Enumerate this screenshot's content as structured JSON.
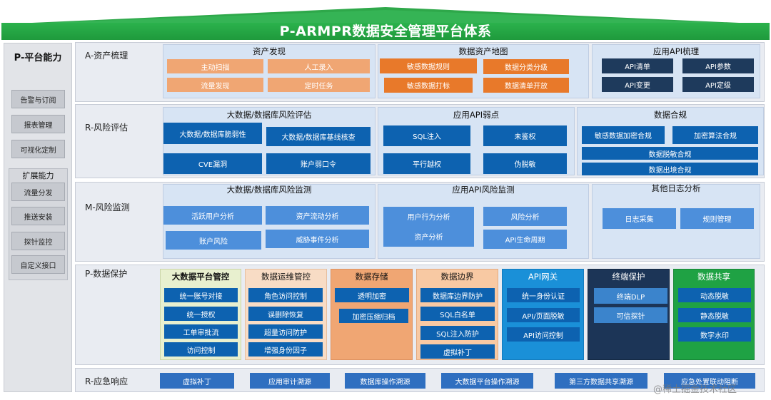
{
  "title": "P-ARMPR数据安全管理平台体系",
  "sidebar": {
    "title": "P-平台能力",
    "items": [
      "告警与订阅",
      "报表管理",
      "可视化定制"
    ],
    "extension": {
      "title": "扩展能力",
      "items": [
        "流量分发",
        "推送安装",
        "探针监控",
        "自定义接口"
      ]
    }
  },
  "layers": {
    "a": {
      "label": "A-资产梳理",
      "discovery": {
        "title": "资产发现",
        "items": [
          "主动扫描",
          "人工录入",
          "流量发现",
          "定时任务"
        ]
      },
      "map": {
        "title": "数据资产地图",
        "items": [
          "敏感数据规则",
          "数据分类分级",
          "敏感数据打标",
          "数据清单开放"
        ]
      },
      "api": {
        "title": "应用API梳理",
        "items": [
          "API清单",
          "API参数",
          "API变更",
          "API定级"
        ]
      }
    },
    "r": {
      "label": "R-风险评估",
      "bigdata": {
        "title": "大数据/数据库风险评估",
        "items": [
          "大数据/数据库脆弱性",
          "大数据/数据库基线核查",
          "CVE漏洞",
          "账户弱口令"
        ]
      },
      "apiweak": {
        "title": "应用API弱点",
        "items": [
          "SQL注入",
          "未鉴权",
          "平行越权",
          "伪脱敏"
        ]
      },
      "compliance": {
        "title": "数据合规",
        "items": [
          "敏感数据加密合规",
          "加密算法合规",
          "数据脱敏合规",
          "数据出境合规"
        ]
      }
    },
    "m": {
      "label": "M-风险监测",
      "bigdata": {
        "title": "大数据/数据库风险监测",
        "items": [
          "活跃用户分析",
          "资产流动分析",
          "账户风险",
          "威胁事件分析"
        ]
      },
      "apirisk": {
        "title": "应用API风险监测",
        "items": [
          "用户行为分析",
          "风险分析",
          "资产分析",
          "API生命周期"
        ]
      },
      "log": {
        "title": "其他日志分析",
        "items": [
          "日志采集",
          "规则管理"
        ]
      }
    },
    "p": {
      "label": "P-数据保护",
      "c1": {
        "title": "大数据平台管控",
        "items": [
          "统一账号对接",
          "统一授权",
          "工单审批流",
          "访问控制"
        ]
      },
      "c2": {
        "title": "数据运维管控",
        "items": [
          "角色访问控制",
          "误删除恢复",
          "超量访问防护",
          "增强身份因子"
        ]
      },
      "c3": {
        "title": "数据存储",
        "items": [
          "透明加密",
          "加密压缩归档"
        ]
      },
      "c4": {
        "title": "数据边界",
        "items": [
          "数据库边界防护",
          "SQL白名单",
          "SQL注入防护",
          "虚拟补丁"
        ]
      },
      "c5": {
        "title": "API网关",
        "items": [
          "统一身份认证",
          "API/页面脱敏",
          "API访问控制"
        ]
      },
      "c6": {
        "title": "终端保护",
        "items": [
          "终端DLP",
          "可信探针"
        ]
      },
      "c7": {
        "title": "数据共享",
        "items": [
          "动态脱敏",
          "静态脱敏",
          "数字水印"
        ]
      }
    },
    "r2": {
      "label": "R-应急响应",
      "items": [
        "虚拟补丁",
        "应用审计溯源",
        "数据库操作溯源",
        "大数据平台操作溯源",
        "第三方数据共享溯源",
        "应急处置联动阻断"
      ]
    }
  },
  "watermark": "@稀土掘金技术社区",
  "colors": {
    "title_green": "#1f9a3c",
    "orange_light": "#f0a673",
    "orange_dark": "#e8792a",
    "navy": "#1e3a5c",
    "dark_blue": "#0d62b0",
    "mid_blue": "#4d8fdb",
    "api_gateway_blue": "#1a90d8",
    "terminal_navy": "#1c3557",
    "share_green": "#1fa244"
  }
}
